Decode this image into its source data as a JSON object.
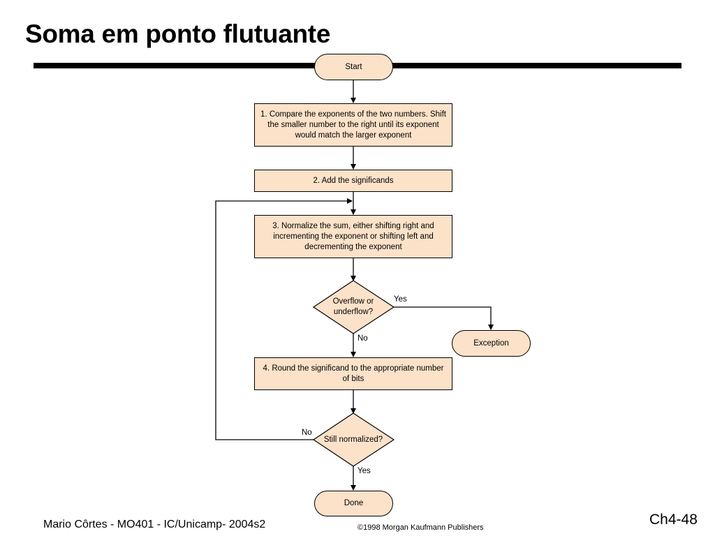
{
  "slide": {
    "title": "Soma em ponto flutuante",
    "footer_left": "Mario Côrtes - MO401 - IC/Unicamp- 2004s2",
    "footer_center": "©1998 Morgan Kaufmann Publishers",
    "footer_right": "Ch4-48"
  },
  "flowchart": {
    "start": "Start",
    "step1": "1. Compare the exponents of the two numbers. Shift the smaller number to the right until its exponent would match the larger exponent",
    "step2": "2. Add the significands",
    "step3": "3. Normalize the sum, either shifting right and incrementing the exponent or shifting left and decrementing the exponent",
    "decision1": "Overflow or underflow?",
    "decision1_yes": "Yes",
    "decision1_no": "No",
    "exception": "Exception",
    "step4": "4. Round the significand to the appropriate number of bits",
    "decision2": "Still normalized?",
    "decision2_no": "No",
    "decision2_yes": "Yes",
    "done": "Done"
  },
  "colors": {
    "shape_fill": "#fbe2c8",
    "stroke": "#000000"
  }
}
